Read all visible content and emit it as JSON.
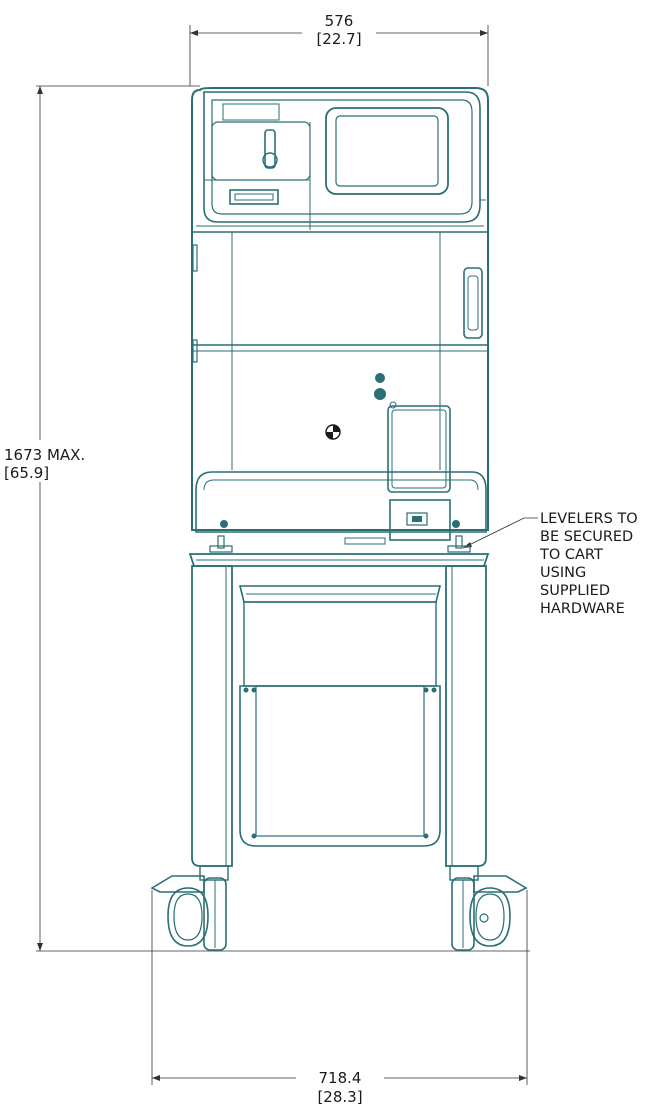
{
  "dimensions": {
    "top_width": {
      "mm": "576",
      "in": "[22.7]"
    },
    "height": {
      "mm": "1673 MAX.",
      "in": "[65.9]"
    },
    "base_width": {
      "mm": "718.4",
      "in": "[28.3]"
    }
  },
  "note": {
    "lines": [
      "LEVELERS TO",
      "BE SECURED",
      "TO CART",
      "USING",
      "SUPPLIED",
      "HARDWARE"
    ]
  },
  "colors": {
    "outline": "#2a6f75",
    "dimension_line": "#333333",
    "text": "#1a1a1a"
  }
}
